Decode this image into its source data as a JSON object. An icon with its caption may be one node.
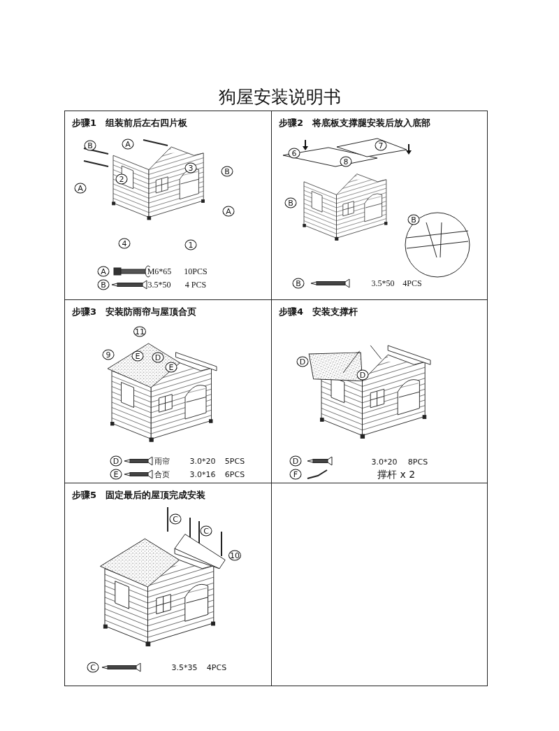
{
  "diagram": {
    "title": "狗屋安装说明书",
    "nodes": [
      {
        "text": [
          "步骤1",
          "组装前后左右四片板"
        ]
      },
      {
        "text": [
          "步骤2",
          "将底板支撑腿安装后放入底部"
        ]
      },
      {
        "text": [
          "步骤3",
          "安装防雨帘与屋顶合页"
        ]
      },
      {
        "text": [
          "步骤4",
          "安装支撑杆"
        ]
      },
      {
        "text": [
          "步骤5",
          "固定最后的屋顶完成安装"
        ]
      }
    ],
    "edges": [],
    "labels": [
      "B",
      "A",
      "3",
      "2",
      "B",
      "A",
      "A",
      "4",
      "1",
      "A",
      "M6*65",
      "10PCS",
      "B",
      "3.5*50",
      "4 PCS",
      "6",
      "7",
      "8",
      "B",
      "B",
      "B",
      "3.5*50",
      "4PCS",
      "11",
      "9",
      "E",
      "D",
      "E",
      "D",
      "雨帘",
      "3.0*20",
      "5PCS",
      "E",
      "合页",
      "3.0*16",
      "6PCS",
      "D",
      "D",
      "D",
      "3.0*20",
      "8PCS",
      "F",
      "撑杆 x 2",
      "C",
      "C",
      "10",
      "C",
      "3.5*35",
      "4PCS"
    ]
  }
}
